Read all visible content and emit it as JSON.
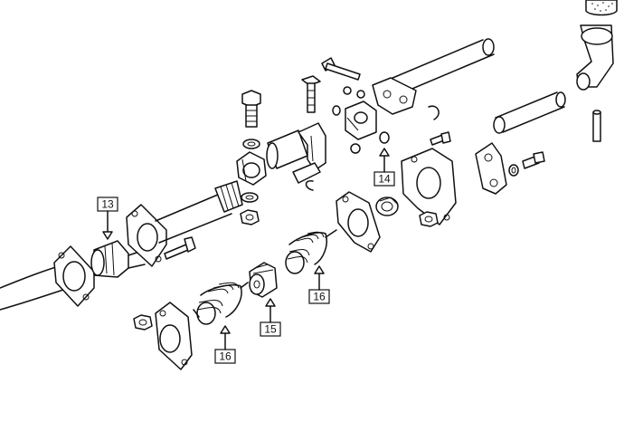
{
  "callouts": [
    {
      "id": "c13",
      "label": "13"
    },
    {
      "id": "c14",
      "label": "14"
    },
    {
      "id": "c15",
      "label": "15"
    },
    {
      "id": "c16a",
      "label": "16"
    },
    {
      "id": "c16b",
      "label": "16"
    }
  ]
}
